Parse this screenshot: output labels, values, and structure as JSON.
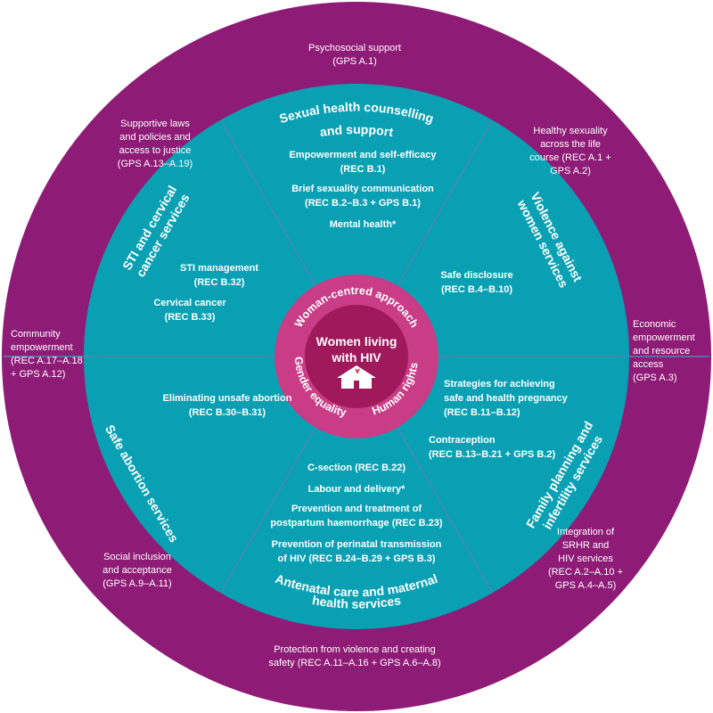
{
  "core": {
    "line1": "Women living",
    "line2": "with HIV",
    "ring_top": "Woman-centred approach",
    "ring_left": "Gender equality",
    "ring_right": "Human rights"
  },
  "sectors": {
    "sexual_health": {
      "title1": "Sexual health counselling",
      "title2": "and support"
    },
    "violence": {
      "title1": "Violence against",
      "title2": "women services"
    },
    "family_planning": {
      "title1": "Family planning and",
      "title2": "infertility services"
    },
    "antenatal": {
      "title1": "Antenatal care and maternal",
      "title2": "health services"
    },
    "safe_abortion": {
      "title1": "Safe abortion services"
    },
    "sti": {
      "title1": "STI and cervical",
      "title2": "cancer services"
    }
  },
  "inner_items": {
    "empowerment": {
      "line1": "Empowerment and self-efficacy",
      "line2": "(REC B.1)"
    },
    "brief_sexuality": {
      "line1": "Brief sexuality communication",
      "line2": "(REC B.2–B.3 + GPS B.1)"
    },
    "mental_health": {
      "line1": "Mental health*"
    },
    "safe_disclosure": {
      "line1": "Safe disclosure",
      "line2": "(REC B.4–B.10)"
    },
    "strategies_pregnancy": {
      "line1": "Strategies for achieving",
      "line2": "safe and health pregnancy",
      "line3": "(REC B.11–B.12)"
    },
    "contraception": {
      "line1": "Contraception",
      "line2": "(REC B.13–B.21 + GPS B.2)"
    },
    "c_section": {
      "line1": "C-section (REC B.22)"
    },
    "labour": {
      "line1": "Labour and delivery*"
    },
    "pph": {
      "line1": "Prevention and treatment of",
      "line2": "postpartum haemorrhage (REC B.23)"
    },
    "perinatal": {
      "line1": "Prevention of perinatal transmission",
      "line2": "of HIV (REC B.24–B.29 + GPS B.3)"
    },
    "unsafe_abortion": {
      "line1": "Eliminating unsafe abortion",
      "line2": "(REC B.30–B.31)"
    },
    "sti_management": {
      "line1": "STI management",
      "line2": "(REC B.32)"
    },
    "cervical_cancer": {
      "line1": "Cervical cancer",
      "line2": "(REC B.33)"
    }
  },
  "outer_items": {
    "psychosocial": {
      "line1": "Psychosocial support",
      "line2": "(GPS A.1)"
    },
    "healthy_sexuality": {
      "line1": "Healthy sexuality",
      "line2": "across the life",
      "line3": "course (REC A.1 +",
      "line4": "GPS A.2)"
    },
    "economic": {
      "line1": "Economic",
      "line2": "empowerment",
      "line3": "and resource",
      "line4": "access",
      "line5": "(GPS A.3)"
    },
    "integration": {
      "line1": "Integration of",
      "line2": "SRHR and",
      "line3": "HIV services",
      "line4": "(REC A.2–A.10 +",
      "line5": "GPS A.4–A.5)"
    },
    "protection": {
      "line1": "Protection from violence and creating",
      "line2": "safety (REC A.11–A.16 + GPS A.6–A.8)"
    },
    "social_inclusion": {
      "line1": "Social inclusion",
      "line2": "and acceptance",
      "line3": "(GPS A.9–A.11)"
    },
    "community": {
      "line1": "Community",
      "line2": "empowerment",
      "line3": "(REC A.17–A.18",
      "line4": "+ GPS A.12)"
    },
    "supportive_laws": {
      "line1": "Supportive laws",
      "line2": "and policies and",
      "line3": "access to justice",
      "line4": "(GPS A.13–A.19)"
    }
  },
  "colors": {
    "outer_ring": "#8e1c76",
    "teal": "#0aa0b3",
    "divider": "#4b88b0",
    "core_ring": "#c83d86",
    "core_center": "#a0195a"
  }
}
